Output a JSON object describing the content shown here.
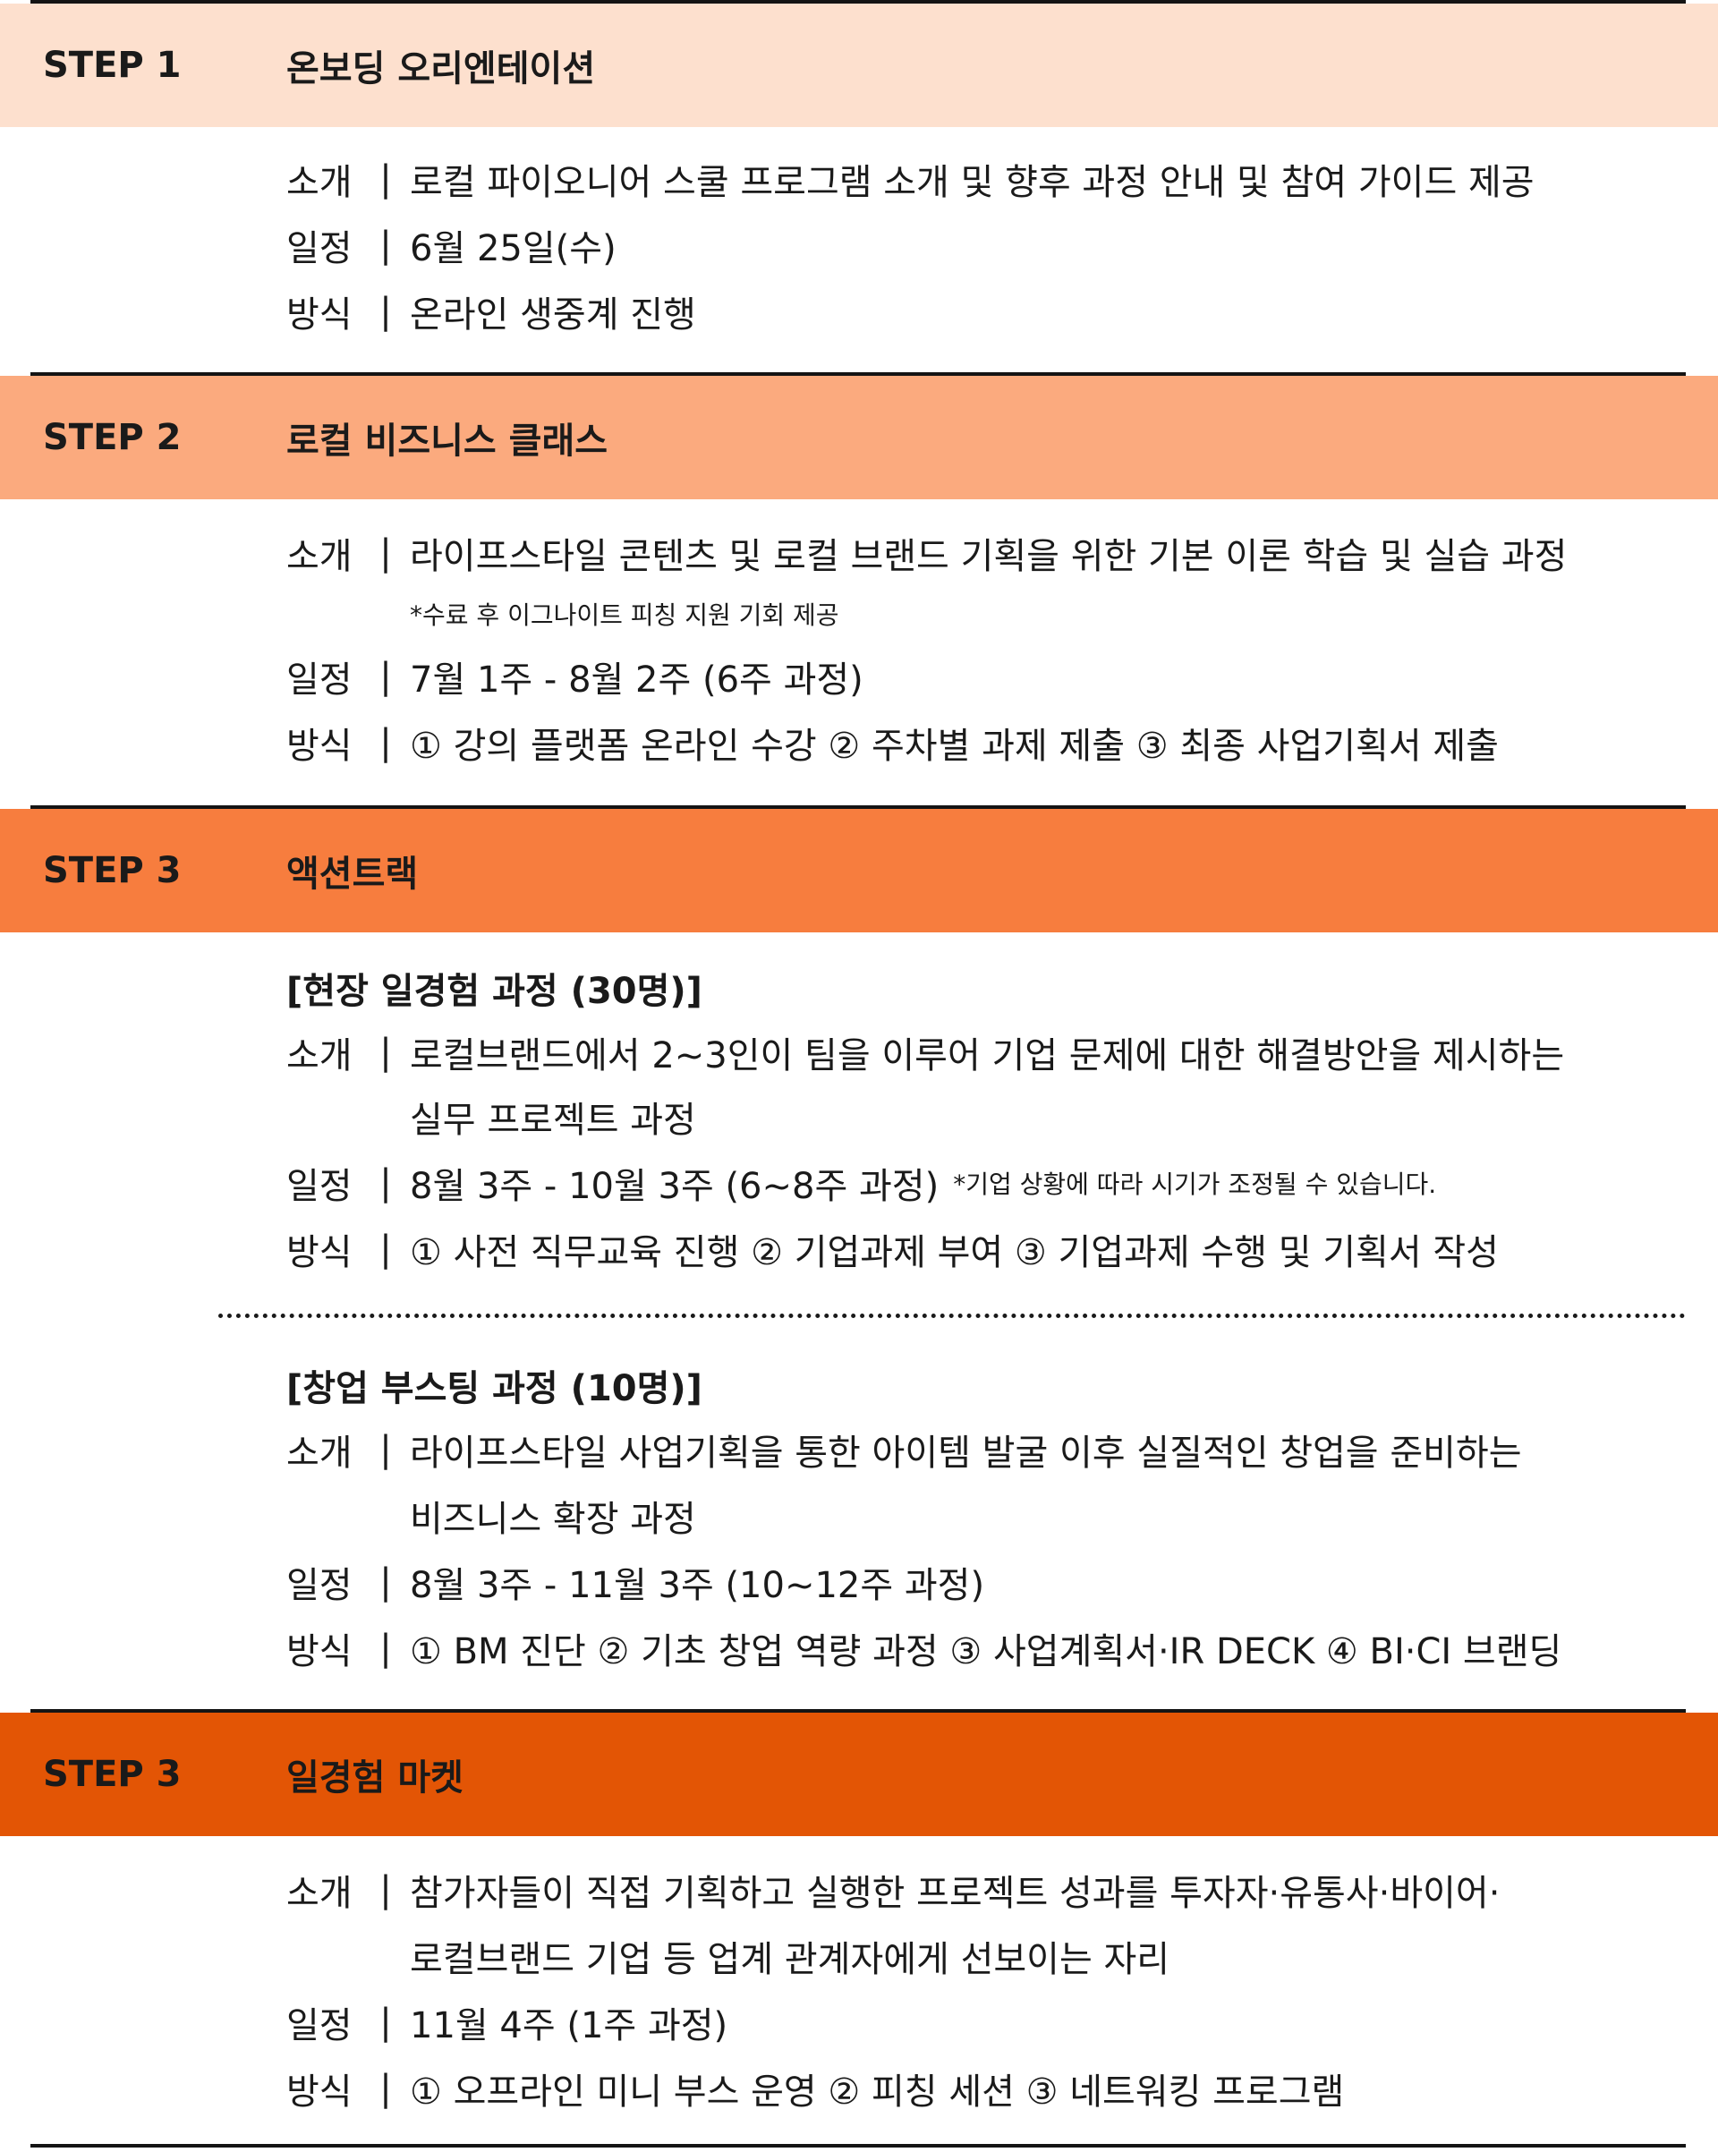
{
  "colors": {
    "step1_band": "#fde0ce",
    "step2_band": "#fbaa7e",
    "step3_band": "#f77d3e",
    "step4_band": "#e35505",
    "rule": "#141414",
    "text": "#1a1a1a"
  },
  "labels": {
    "intro": "소개",
    "schedule": "일정",
    "method": "방식",
    "sep": "|"
  },
  "step1": {
    "label": "STEP 1",
    "title": "온보딩 오리엔테이션",
    "intro": "로컬 파이오니어 스쿨 프로그램 소개 및 향후 과정 안내 및 참여 가이드 제공",
    "schedule": "6월 25일(수)",
    "method": "온라인 생중계 진행"
  },
  "step2": {
    "label": "STEP 2",
    "title": "로컬 비즈니스 클래스",
    "intro": "라이프스타일 콘텐츠 및 로컬 브랜드 기획을 위한 기본 이론 학습 및 실습 과정",
    "intro_note": "*수료 후 이그나이트 피칭 지원 기회 제공",
    "schedule": "7월 1주 - 8월 2주 (6주 과정)",
    "method": "① 강의 플랫폼 온라인 수강  ② 주차별 과제 제출  ③ 최종 사업기획서 제출"
  },
  "step3": {
    "label": "STEP 3",
    "title": "액션트랙",
    "track_a": {
      "heading": "[현장 일경험 과정 (30명)]",
      "intro_line1": "로컬브랜드에서 2~3인이 팀을 이루어 기업 문제에 대한 해결방안을 제시하는",
      "intro_line2": "실무 프로젝트 과정",
      "schedule": "8월 3주 - 10월 3주 (6~8주 과정)",
      "schedule_note": "*기업 상황에 따라 시기가 조정될 수 있습니다.",
      "method": "① 사전 직무교육 진행  ② 기업과제 부여  ③ 기업과제 수행 및 기획서 작성"
    },
    "track_b": {
      "heading": "[창업 부스팅 과정 (10명)]",
      "intro_line1": "라이프스타일 사업기획을 통한 아이템 발굴 이후 실질적인 창업을 준비하는",
      "intro_line2": "비즈니스 확장 과정",
      "schedule": "8월 3주 - 11월 3주 (10~12주 과정)",
      "method": "① BM 진단  ② 기초 창업 역량 과정  ③ 사업계획서·IR DECK  ④ BI·CI 브랜딩"
    }
  },
  "step4": {
    "label": "STEP 3",
    "title": "일경험 마켓",
    "intro_line1": "참가자들이 직접 기획하고 실행한 프로젝트 성과를 투자자·유통사·바이어·",
    "intro_line2": "로컬브랜드 기업 등 업계 관계자에게 선보이는 자리",
    "schedule": "11월 4주 (1주 과정)",
    "method": "① 오프라인 미니 부스 운영  ② 피칭 세션  ③ 네트워킹 프로그램"
  }
}
